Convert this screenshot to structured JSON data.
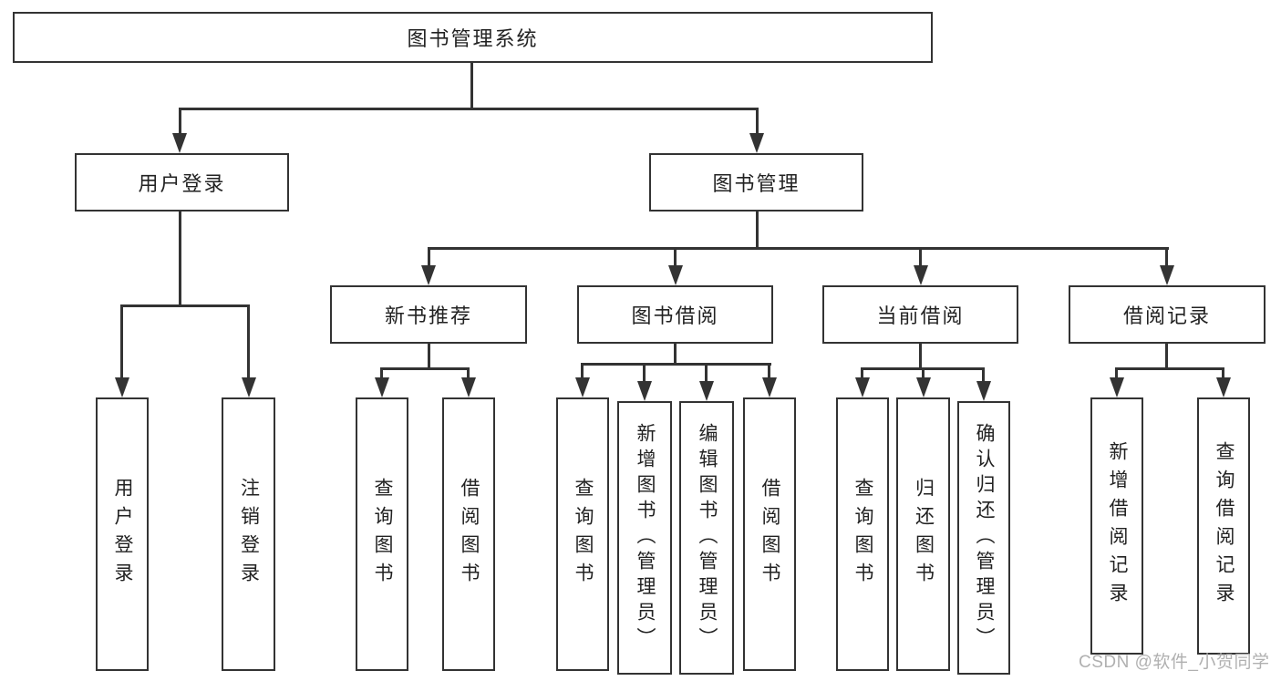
{
  "tree": {
    "root": "图书管理系统",
    "user_login": {
      "label": "用户登录",
      "children": [
        "用户登录",
        "注销登录"
      ]
    },
    "book_mgmt": {
      "label": "图书管理",
      "sections": [
        {
          "label": "新书推荐",
          "children": [
            "查询图书",
            "借阅图书"
          ]
        },
        {
          "label": "图书借阅",
          "children": [
            "查询图书",
            "新增图书（管理员）",
            "编辑图书（管理员）",
            "借阅图书"
          ]
        },
        {
          "label": "当前借阅",
          "children": [
            "查询图书",
            "归还图书",
            "确认归还（管理员）"
          ]
        },
        {
          "label": "借阅记录",
          "children": [
            "新增借阅记录",
            "查询借阅记录"
          ]
        }
      ]
    }
  },
  "watermark": "CSDN @软件_小贺同学",
  "colors": {
    "line": "#333333",
    "text": "#222222",
    "watermark": "#b0b0b0",
    "background": "#ffffff"
  }
}
